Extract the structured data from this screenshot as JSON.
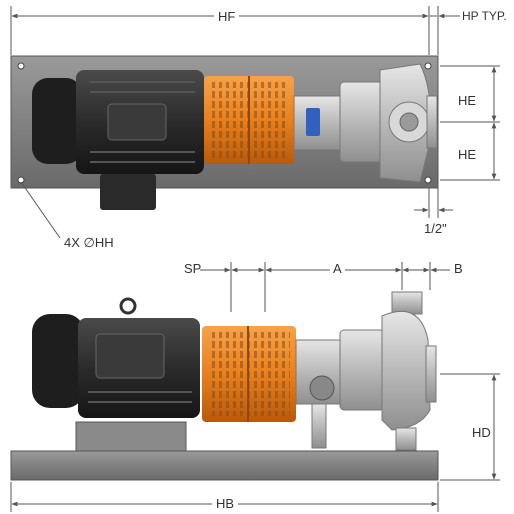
{
  "labels": {
    "hf": "HF",
    "hp_typ": "HP TYP.",
    "he_upper": "HE",
    "he_lower": "HE",
    "half_inch": "1/2\"",
    "holes": "4X ∅HH",
    "sp": "SP",
    "a": "A",
    "b": "B",
    "hd": "HD",
    "hb": "HB"
  },
  "colors": {
    "dimension_line": "#555555",
    "base_plate": "#7a7a7a",
    "motor_black": "#2b2b2b",
    "coupling_guard": "#e8801e",
    "pump_steel": "#c8c8c8",
    "accent_blue": "#3060c0"
  }
}
